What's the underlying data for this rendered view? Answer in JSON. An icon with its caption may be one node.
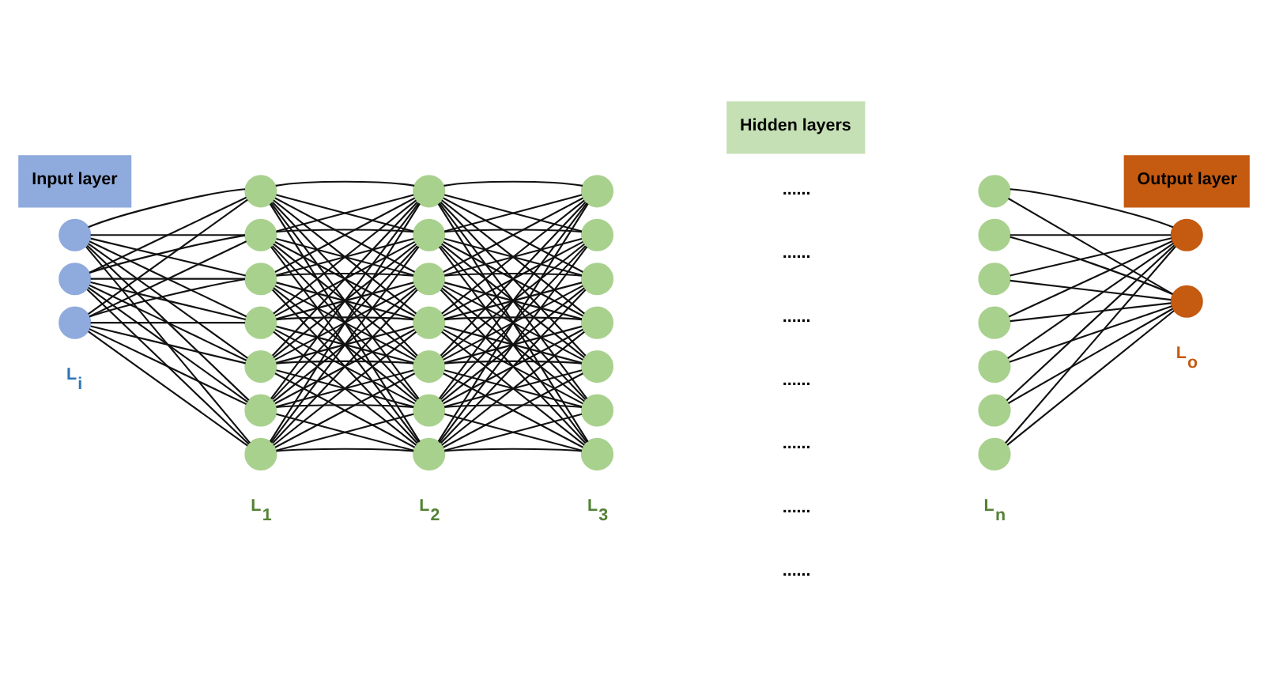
{
  "diagram": {
    "nodes": [
      {
        "text": [
          "Input layer"
        ]
      },
      {
        "text": [
          "Hidden layers"
        ]
      },
      {
        "text": [
          "Output layer"
        ]
      },
      {
        "text": [],
        "shape": "circle"
      },
      {
        "text": [],
        "shape": "circle"
      },
      {
        "text": [],
        "shape": "circle"
      },
      {
        "text": [],
        "shape": "circle"
      },
      {
        "text": [],
        "shape": "circle"
      },
      {
        "text": [],
        "shape": "circle"
      },
      {
        "text": [],
        "shape": "circle"
      },
      {
        "text": [],
        "shape": "circle"
      },
      {
        "text": [],
        "shape": "circle"
      },
      {
        "text": [],
        "shape": "circle"
      },
      {
        "text": [],
        "shape": "circle"
      },
      {
        "text": [],
        "shape": "circle"
      },
      {
        "text": [],
        "shape": "circle"
      },
      {
        "text": [],
        "shape": "circle"
      },
      {
        "text": [],
        "shape": "circle"
      },
      {
        "text": [],
        "shape": "circle"
      },
      {
        "text": [],
        "shape": "circle"
      },
      {
        "text": [],
        "shape": "circle"
      },
      {
        "text": [],
        "shape": "circle"
      },
      {
        "text": [],
        "shape": "circle"
      },
      {
        "text": [],
        "shape": "circle"
      },
      {
        "text": [],
        "shape": "circle"
      },
      {
        "text": [],
        "shape": "circle"
      },
      {
        "text": [],
        "shape": "circle"
      },
      {
        "text": [],
        "shape": "circle"
      },
      {
        "text": [],
        "shape": "circle"
      },
      {
        "text": [],
        "shape": "circle"
      },
      {
        "text": [],
        "shape": "circle"
      },
      {
        "text": [],
        "shape": "circle"
      },
      {
        "text": [],
        "shape": "circle"
      },
      {
        "text": [],
        "shape": "circle"
      },
      {
        "text": [],
        "shape": "circle"
      },
      {
        "text": [],
        "shape": "circle"
      }
    ],
    "edges": [
      {
        "from": 3,
        "to": 6,
        "arrow": "none"
      },
      {
        "from": 3,
        "to": 7,
        "arrow": "none"
      },
      {
        "from": 3,
        "to": 8,
        "arrow": "none"
      },
      {
        "from": 3,
        "to": 9,
        "arrow": "none"
      },
      {
        "from": 3,
        "to": 10,
        "arrow": "none"
      },
      {
        "from": 3,
        "to": 11,
        "arrow": "none"
      },
      {
        "from": 3,
        "to": 12,
        "arrow": "none"
      },
      {
        "from": 4,
        "to": 6,
        "arrow": "none"
      },
      {
        "from": 4,
        "to": 7,
        "arrow": "none"
      },
      {
        "from": 4,
        "to": 8,
        "arrow": "none"
      },
      {
        "from": 4,
        "to": 9,
        "arrow": "none"
      },
      {
        "from": 4,
        "to": 10,
        "arrow": "none"
      },
      {
        "from": 4,
        "to": 11,
        "arrow": "none"
      },
      {
        "from": 4,
        "to": 12,
        "arrow": "none"
      },
      {
        "from": 5,
        "to": 6,
        "arrow": "none"
      },
      {
        "from": 5,
        "to": 7,
        "arrow": "none"
      },
      {
        "from": 5,
        "to": 8,
        "arrow": "none"
      },
      {
        "from": 5,
        "to": 9,
        "arrow": "none"
      },
      {
        "from": 5,
        "to": 10,
        "arrow": "none"
      },
      {
        "from": 5,
        "to": 11,
        "arrow": "none"
      },
      {
        "from": 5,
        "to": 12,
        "arrow": "none"
      },
      {
        "from": 6,
        "to": 13,
        "arrow": "none"
      },
      {
        "from": 6,
        "to": 14,
        "arrow": "none"
      },
      {
        "from": 6,
        "to": 15,
        "arrow": "none"
      },
      {
        "from": 6,
        "to": 16,
        "arrow": "none"
      },
      {
        "from": 6,
        "to": 17,
        "arrow": "none"
      },
      {
        "from": 6,
        "to": 18,
        "arrow": "none"
      },
      {
        "from": 6,
        "to": 19,
        "arrow": "none"
      },
      {
        "from": 7,
        "to": 13,
        "arrow": "none"
      },
      {
        "from": 7,
        "to": 14,
        "arrow": "none"
      },
      {
        "from": 7,
        "to": 15,
        "arrow": "none"
      },
      {
        "from": 7,
        "to": 16,
        "arrow": "none"
      },
      {
        "from": 7,
        "to": 17,
        "arrow": "none"
      },
      {
        "from": 7,
        "to": 18,
        "arrow": "none"
      },
      {
        "from": 7,
        "to": 19,
        "arrow": "none"
      },
      {
        "from": 8,
        "to": 13,
        "arrow": "none"
      },
      {
        "from": 8,
        "to": 14,
        "arrow": "none"
      },
      {
        "from": 8,
        "to": 15,
        "arrow": "none"
      },
      {
        "from": 8,
        "to": 16,
        "arrow": "none"
      },
      {
        "from": 8,
        "to": 17,
        "arrow": "none"
      },
      {
        "from": 8,
        "to": 18,
        "arrow": "none"
      },
      {
        "from": 8,
        "to": 19,
        "arrow": "none"
      },
      {
        "from": 9,
        "to": 13,
        "arrow": "none"
      },
      {
        "from": 9,
        "to": 14,
        "arrow": "none"
      },
      {
        "from": 9,
        "to": 15,
        "arrow": "none"
      },
      {
        "from": 9,
        "to": 16,
        "arrow": "none"
      },
      {
        "from": 9,
        "to": 17,
        "arrow": "none"
      },
      {
        "from": 9,
        "to": 18,
        "arrow": "none"
      },
      {
        "from": 9,
        "to": 19,
        "arrow": "none"
      },
      {
        "from": 10,
        "to": 13,
        "arrow": "none"
      },
      {
        "from": 10,
        "to": 14,
        "arrow": "none"
      },
      {
        "from": 10,
        "to": 15,
        "arrow": "none"
      },
      {
        "from": 10,
        "to": 16,
        "arrow": "none"
      },
      {
        "from": 10,
        "to": 17,
        "arrow": "none"
      },
      {
        "from": 10,
        "to": 18,
        "arrow": "none"
      },
      {
        "from": 10,
        "to": 19,
        "arrow": "none"
      },
      {
        "from": 11,
        "to": 13,
        "arrow": "none"
      },
      {
        "from": 11,
        "to": 14,
        "arrow": "none"
      },
      {
        "from": 11,
        "to": 15,
        "arrow": "none"
      },
      {
        "from": 11,
        "to": 16,
        "arrow": "none"
      },
      {
        "from": 11,
        "to": 17,
        "arrow": "none"
      },
      {
        "from": 11,
        "to": 18,
        "arrow": "none"
      },
      {
        "from": 11,
        "to": 19,
        "arrow": "none"
      },
      {
        "from": 12,
        "to": 13,
        "arrow": "none"
      },
      {
        "from": 12,
        "to": 14,
        "arrow": "none"
      },
      {
        "from": 12,
        "to": 15,
        "arrow": "none"
      },
      {
        "from": 12,
        "to": 16,
        "arrow": "none"
      },
      {
        "from": 12,
        "to": 17,
        "arrow": "none"
      },
      {
        "from": 12,
        "to": 18,
        "arrow": "none"
      },
      {
        "from": 12,
        "to": 19,
        "arrow": "none"
      },
      {
        "from": 13,
        "to": 20,
        "arrow": "none"
      },
      {
        "from": 13,
        "to": 21,
        "arrow": "none"
      },
      {
        "from": 13,
        "to": 22,
        "arrow": "none"
      },
      {
        "from": 13,
        "to": 23,
        "arrow": "none"
      },
      {
        "from": 13,
        "to": 24,
        "arrow": "none"
      },
      {
        "from": 13,
        "to": 25,
        "arrow": "none"
      },
      {
        "from": 13,
        "to": 26,
        "arrow": "none"
      },
      {
        "from": 14,
        "to": 20,
        "arrow": "none"
      },
      {
        "from": 14,
        "to": 21,
        "arrow": "none"
      },
      {
        "from": 14,
        "to": 22,
        "arrow": "none"
      },
      {
        "from": 14,
        "to": 23,
        "arrow": "none"
      },
      {
        "from": 14,
        "to": 24,
        "arrow": "none"
      },
      {
        "from": 14,
        "to": 25,
        "arrow": "none"
      },
      {
        "from": 14,
        "to": 26,
        "arrow": "none"
      },
      {
        "from": 15,
        "to": 20,
        "arrow": "none"
      },
      {
        "from": 15,
        "to": 21,
        "arrow": "none"
      },
      {
        "from": 15,
        "to": 22,
        "arrow": "none"
      },
      {
        "from": 15,
        "to": 23,
        "arrow": "none"
      },
      {
        "from": 15,
        "to": 24,
        "arrow": "none"
      },
      {
        "from": 15,
        "to": 25,
        "arrow": "none"
      },
      {
        "from": 15,
        "to": 26,
        "arrow": "none"
      },
      {
        "from": 16,
        "to": 20,
        "arrow": "none"
      },
      {
        "from": 16,
        "to": 21,
        "arrow": "none"
      },
      {
        "from": 16,
        "to": 22,
        "arrow": "none"
      },
      {
        "from": 16,
        "to": 23,
        "arrow": "none"
      },
      {
        "from": 16,
        "to": 24,
        "arrow": "none"
      },
      {
        "from": 16,
        "to": 25,
        "arrow": "none"
      },
      {
        "from": 16,
        "to": 26,
        "arrow": "none"
      },
      {
        "from": 17,
        "to": 20,
        "arrow": "none"
      },
      {
        "from": 17,
        "to": 21,
        "arrow": "none"
      },
      {
        "from": 17,
        "to": 22,
        "arrow": "none"
      },
      {
        "from": 17,
        "to": 23,
        "arrow": "none"
      },
      {
        "from": 17,
        "to": 24,
        "arrow": "none"
      },
      {
        "from": 17,
        "to": 25,
        "arrow": "none"
      },
      {
        "from": 17,
        "to": 26,
        "arrow": "none"
      },
      {
        "from": 18,
        "to": 20,
        "arrow": "none"
      },
      {
        "from": 18,
        "to": 21,
        "arrow": "none"
      },
      {
        "from": 18,
        "to": 22,
        "arrow": "none"
      },
      {
        "from": 18,
        "to": 23,
        "arrow": "none"
      },
      {
        "from": 18,
        "to": 24,
        "arrow": "none"
      },
      {
        "from": 18,
        "to": 25,
        "arrow": "none"
      },
      {
        "from": 18,
        "to": 26,
        "arrow": "none"
      },
      {
        "from": 19,
        "to": 20,
        "arrow": "none"
      },
      {
        "from": 19,
        "to": 21,
        "arrow": "none"
      },
      {
        "from": 19,
        "to": 22,
        "arrow": "none"
      },
      {
        "from": 19,
        "to": 23,
        "arrow": "none"
      },
      {
        "from": 19,
        "to": 24,
        "arrow": "none"
      },
      {
        "from": 19,
        "to": 25,
        "arrow": "none"
      },
      {
        "from": 19,
        "to": 26,
        "arrow": "none"
      },
      {
        "from": 27,
        "to": 34,
        "arrow": "none"
      },
      {
        "from": 27,
        "to": 35,
        "arrow": "none"
      },
      {
        "from": 28,
        "to": 34,
        "arrow": "none"
      },
      {
        "from": 28,
        "to": 35,
        "arrow": "none"
      },
      {
        "from": 29,
        "to": 34,
        "arrow": "none"
      },
      {
        "from": 29,
        "to": 35,
        "arrow": "none"
      },
      {
        "from": 30,
        "to": 34,
        "arrow": "none"
      },
      {
        "from": 30,
        "to": 35,
        "arrow": "none"
      },
      {
        "from": 31,
        "to": 34,
        "arrow": "none"
      },
      {
        "from": 31,
        "to": 35,
        "arrow": "none"
      },
      {
        "from": 32,
        "to": 34,
        "arrow": "none"
      },
      {
        "from": 32,
        "to": 35,
        "arrow": "none"
      },
      {
        "from": 33,
        "to": 34,
        "arrow": "none"
      },
      {
        "from": 33,
        "to": 35,
        "arrow": "none"
      }
    ],
    "labels": [
      "......",
      "......",
      "......",
      "......",
      "......",
      "......",
      "......",
      "L$_{i}$",
      "L$_{1}$",
      "L$_{2}$",
      "L$_{3}$",
      "L$_{n}$",
      "L$_{o}$"
    ]
  }
}
